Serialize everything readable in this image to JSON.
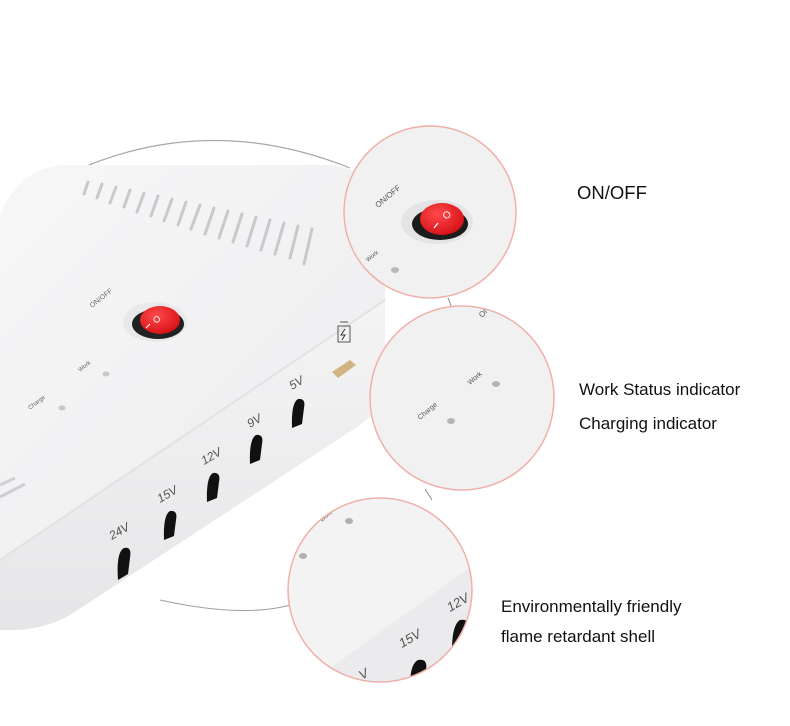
{
  "product": {
    "type": "multi-voltage DC power bank / charger",
    "switch_label": "ON/OFF",
    "indicators": [
      {
        "label": "Work"
      },
      {
        "label": "Charge"
      }
    ],
    "ports": [
      {
        "label": "24V"
      },
      {
        "label": "15V"
      },
      {
        "label": "12V"
      },
      {
        "label": "9V"
      },
      {
        "label": "5V"
      }
    ],
    "usb_icon": "usb-charge-icon"
  },
  "callouts": [
    {
      "id": "onoff",
      "title": "ON/OFF"
    },
    {
      "id": "indicators",
      "lines": [
        "Work Status indicator",
        "Charging indicator"
      ]
    },
    {
      "id": "shell",
      "lines": [
        "Environmentally friendly",
        "flame retardant shell"
      ]
    }
  ],
  "colors": {
    "background": "#ffffff",
    "device_body": "#f3f3f4",
    "switch_red": "#e0141c",
    "callout_border": "#f0b0aa",
    "connector_line": "#8a8a8a",
    "text": "#111111"
  }
}
